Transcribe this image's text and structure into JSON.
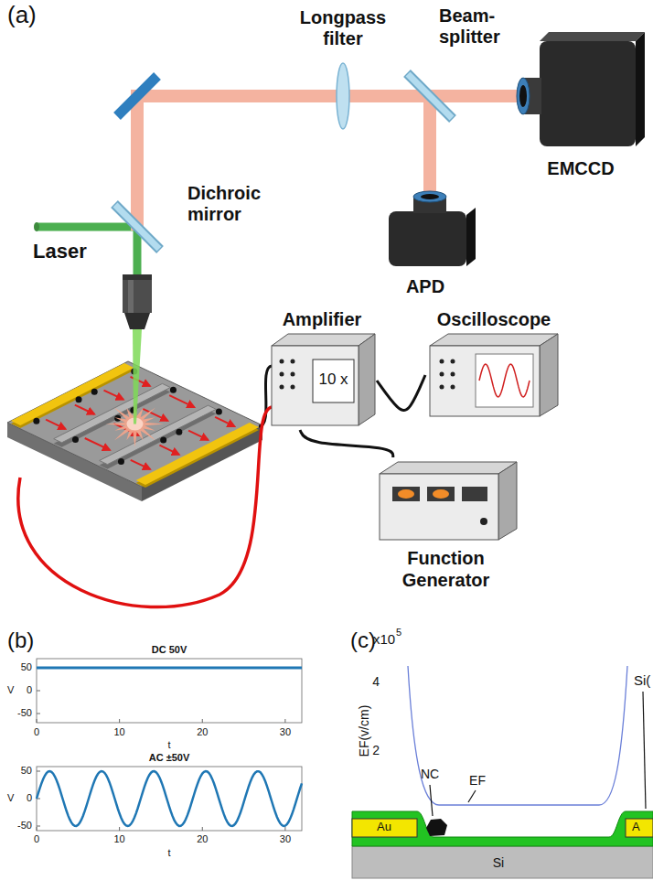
{
  "diagram": {
    "nodes": [
      {
        "text": [
          "EMCCD"
        ]
      },
      {
        "text": [
          "APD"
        ]
      },
      {
        "text": [
          "Amplifier",
          "10 x"
        ]
      },
      {
        "text": [
          "Oscilloscope"
        ]
      },
      {
        "text": [
          "Function Generator"
        ]
      }
    ],
    "edges": [
      {
        "from": 4,
        "to": 2,
        "arrow": "none"
      },
      {
        "from": 2,
        "to": 3,
        "arrow": "none"
      }
    ],
    "labels": [
      "(a)",
      "Longpass filter",
      "Beam- splitter",
      "Dichroic mirror",
      "Laser",
      "(b)",
      "DC 50V",
      "50",
      "0",
      "-50",
      "V",
      "0",
      "10",
      "20",
      "30",
      "t",
      "AC ±50V",
      "50",
      "0",
      "-50",
      "V",
      "0",
      "10",
      "20",
      "30",
      "t",
      "(c)",
      "x10",
      "5",
      "EF(v/cm)",
      "4",
      "2",
      "NC",
      "EF",
      "Si(",
      "Au",
      "A",
      "Si"
    ]
  }
}
